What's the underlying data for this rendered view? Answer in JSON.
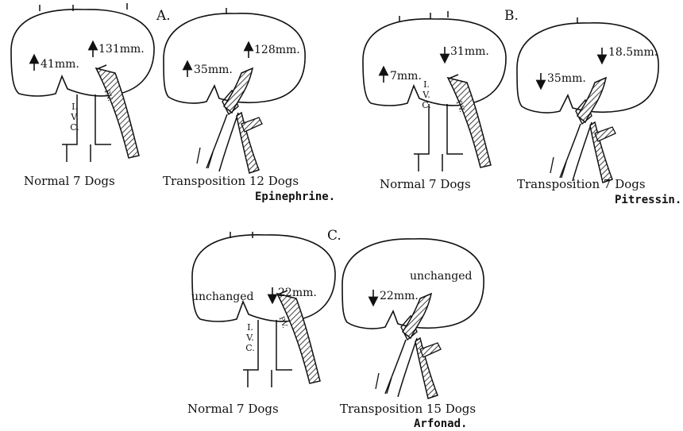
{
  "sections": [
    {
      "letter": "A.",
      "drug": "Epinephrine.",
      "left": {
        "caption": "Normal 7 Dogs",
        "hepatic_value": "41mm.",
        "hepatic_dir": "up",
        "portal_value": "131mm.",
        "portal_dir": "up",
        "vessel_label_1": "I.",
        "vessel_label_2": "V.",
        "vessel_label_3": "C.",
        "portal_label": "P.V."
      },
      "right": {
        "caption": "Transposition 12 Dogs",
        "hepatic_value": "35mm.",
        "hepatic_dir": "up",
        "portal_value": "128mm.",
        "portal_dir": "up"
      }
    },
    {
      "letter": "B.",
      "drug": "Pitressin.",
      "left": {
        "caption": "Normal 7 Dogs",
        "hepatic_value": "7mm.",
        "hepatic_dir": "up",
        "portal_value": "31mm.",
        "portal_dir": "down",
        "vessel_label_1": "I.",
        "vessel_label_2": "V.",
        "vessel_label_3": "C.",
        "portal_label": "P.V."
      },
      "right": {
        "caption": "Transposition 7 Dogs",
        "hepatic_value": "35mm.",
        "hepatic_dir": "down",
        "portal_value": "18.5mm.",
        "portal_dir": "down"
      }
    },
    {
      "letter": "C.",
      "drug": "Arfonad.",
      "left": {
        "caption": "Normal 7 Dogs",
        "hepatic_value": "unchanged",
        "portal_value": "22mm.",
        "portal_dir": "down",
        "vessel_label_1": "I.",
        "vessel_label_2": "V.",
        "vessel_label_3": "C.",
        "portal_label": "P.V."
      },
      "right": {
        "caption": "Transposition 15 Dogs",
        "hepatic_value": "22mm.",
        "hepatic_dir": "down",
        "portal_value": "unchanged"
      }
    }
  ]
}
